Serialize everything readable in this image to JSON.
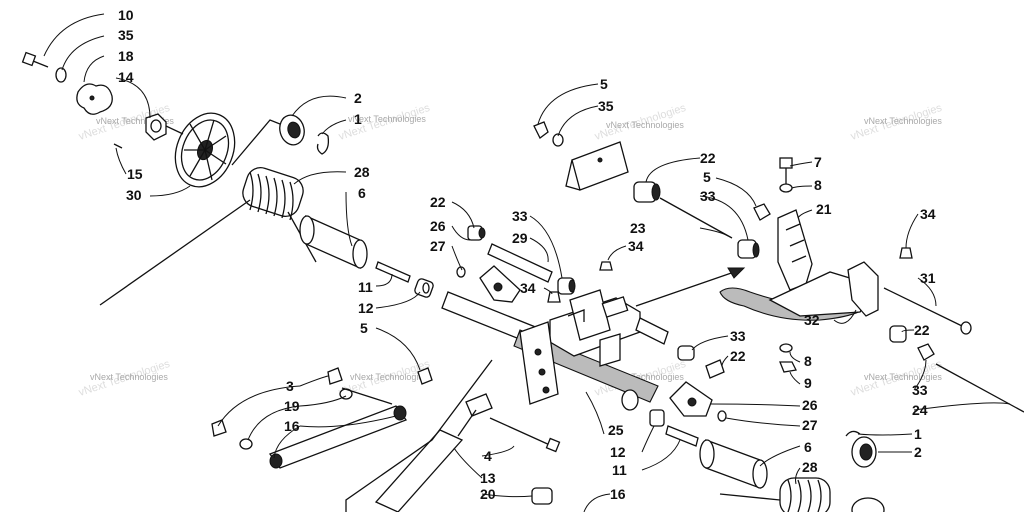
{
  "watermark": {
    "text": "vNext Technologies",
    "faint_text": "vNext Technologies"
  },
  "callouts": [
    {
      "id": "c10a",
      "text": "10"
    },
    {
      "id": "c35a",
      "text": "35"
    },
    {
      "id": "c18",
      "text": "18"
    },
    {
      "id": "c14",
      "text": "14"
    },
    {
      "id": "c15",
      "text": "15"
    },
    {
      "id": "c30",
      "text": "30"
    },
    {
      "id": "c2a",
      "text": "2"
    },
    {
      "id": "c1a",
      "text": "1"
    },
    {
      "id": "c28a",
      "text": "28"
    },
    {
      "id": "c6a",
      "text": "6"
    },
    {
      "id": "c11a",
      "text": "11"
    },
    {
      "id": "c12a",
      "text": "12"
    },
    {
      "id": "c5a",
      "text": "5"
    },
    {
      "id": "c3",
      "text": "3"
    },
    {
      "id": "c19",
      "text": "19"
    },
    {
      "id": "c16a",
      "text": "16"
    },
    {
      "id": "c22a",
      "text": "22"
    },
    {
      "id": "c26a",
      "text": "26"
    },
    {
      "id": "c27a",
      "text": "27"
    },
    {
      "id": "c33a",
      "text": "33"
    },
    {
      "id": "c29",
      "text": "29"
    },
    {
      "id": "c34a",
      "text": "34"
    },
    {
      "id": "c34b",
      "text": "34"
    },
    {
      "id": "c5b",
      "text": "5"
    },
    {
      "id": "c35b",
      "text": "35"
    },
    {
      "id": "c22b",
      "text": "22"
    },
    {
      "id": "c23",
      "text": "23"
    },
    {
      "id": "c33b",
      "text": "33"
    },
    {
      "id": "c5c",
      "text": "5"
    },
    {
      "id": "c7",
      "text": "7"
    },
    {
      "id": "c8a",
      "text": "8"
    },
    {
      "id": "c21",
      "text": "21"
    },
    {
      "id": "c34c",
      "text": "34"
    },
    {
      "id": "c31",
      "text": "31"
    },
    {
      "id": "c32",
      "text": "32"
    },
    {
      "id": "c33c",
      "text": "33"
    },
    {
      "id": "c22c",
      "text": "22"
    },
    {
      "id": "c8b",
      "text": "8"
    },
    {
      "id": "c9",
      "text": "9"
    },
    {
      "id": "c22d",
      "text": "22"
    },
    {
      "id": "c33d",
      "text": "33"
    },
    {
      "id": "c24",
      "text": "24"
    },
    {
      "id": "c26b",
      "text": "26"
    },
    {
      "id": "c27b",
      "text": "27"
    },
    {
      "id": "c25",
      "text": "25"
    },
    {
      "id": "c12b",
      "text": "12"
    },
    {
      "id": "c11b",
      "text": "11"
    },
    {
      "id": "c6b",
      "text": "6"
    },
    {
      "id": "c28b",
      "text": "28"
    },
    {
      "id": "c1b",
      "text": "1"
    },
    {
      "id": "c2b",
      "text": "2"
    },
    {
      "id": "c4",
      "text": "4"
    },
    {
      "id": "c13",
      "text": "13"
    },
    {
      "id": "c20",
      "text": "20"
    },
    {
      "id": "c16b",
      "text": "16"
    }
  ]
}
